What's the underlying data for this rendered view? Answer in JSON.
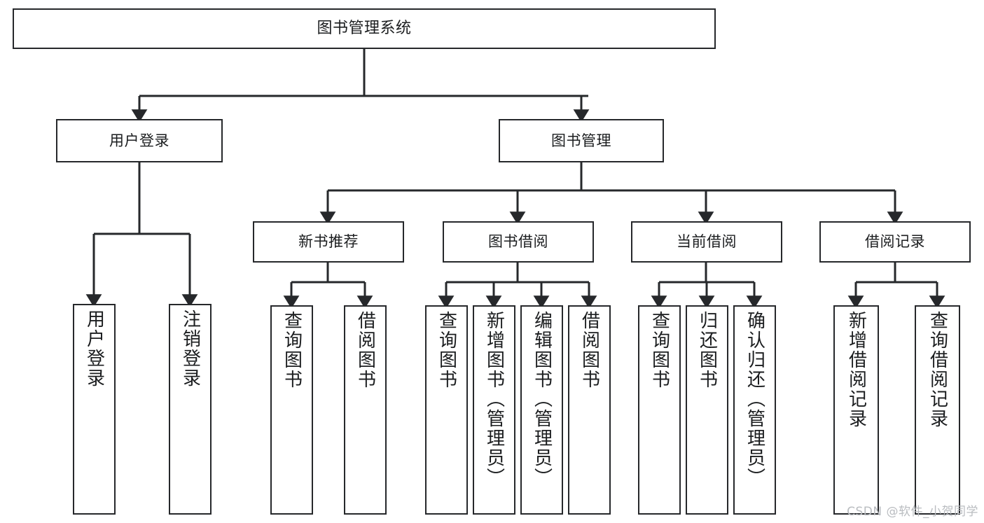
{
  "diagram": {
    "title": "图书管理系统",
    "type": "tree-hierarchy-chart",
    "stroke_color": "#26282b",
    "fill_color": "#ffffff",
    "text_color": "#1b1d1f",
    "nodes": {
      "root": {
        "label": "图书管理系统"
      },
      "level2": [
        {
          "id": "user-login",
          "label": "用户登录"
        },
        {
          "id": "book-management",
          "label": "图书管理"
        }
      ],
      "level3": [
        {
          "id": "new-book-recommend",
          "label": "新书推荐"
        },
        {
          "id": "book-borrow",
          "label": "图书借阅"
        },
        {
          "id": "current-borrow",
          "label": "当前借阅"
        },
        {
          "id": "borrow-record",
          "label": "借阅记录"
        }
      ],
      "leaves": {
        "user_login": [
          {
            "id": "leaf-user-login",
            "label": "用户登录"
          },
          {
            "id": "leaf-user-logout",
            "label": "注销登录"
          }
        ],
        "new_book_recommend": [
          {
            "id": "leaf-query-book-1",
            "label": "查询图书"
          },
          {
            "id": "leaf-borrow-book-1",
            "label": "借阅图书"
          }
        ],
        "book_borrow": [
          {
            "id": "leaf-query-book-2",
            "label": "查询图书"
          },
          {
            "id": "leaf-add-book",
            "label": "新增图书（管理员）"
          },
          {
            "id": "leaf-edit-book",
            "label": "编辑图书（管理员）"
          },
          {
            "id": "leaf-borrow-book-2",
            "label": "借阅图书"
          }
        ],
        "current_borrow": [
          {
            "id": "leaf-query-book-3",
            "label": "查询图书"
          },
          {
            "id": "leaf-return-book",
            "label": "归还图书"
          },
          {
            "id": "leaf-confirm-return",
            "label": "确认归还（管理员）"
          }
        ],
        "borrow_record": [
          {
            "id": "leaf-add-record",
            "label": "新增借阅记录"
          },
          {
            "id": "leaf-query-record",
            "label": "查询借阅记录"
          }
        ]
      }
    }
  },
  "watermark": {
    "text": "CSDN @软件_小贺同学"
  }
}
